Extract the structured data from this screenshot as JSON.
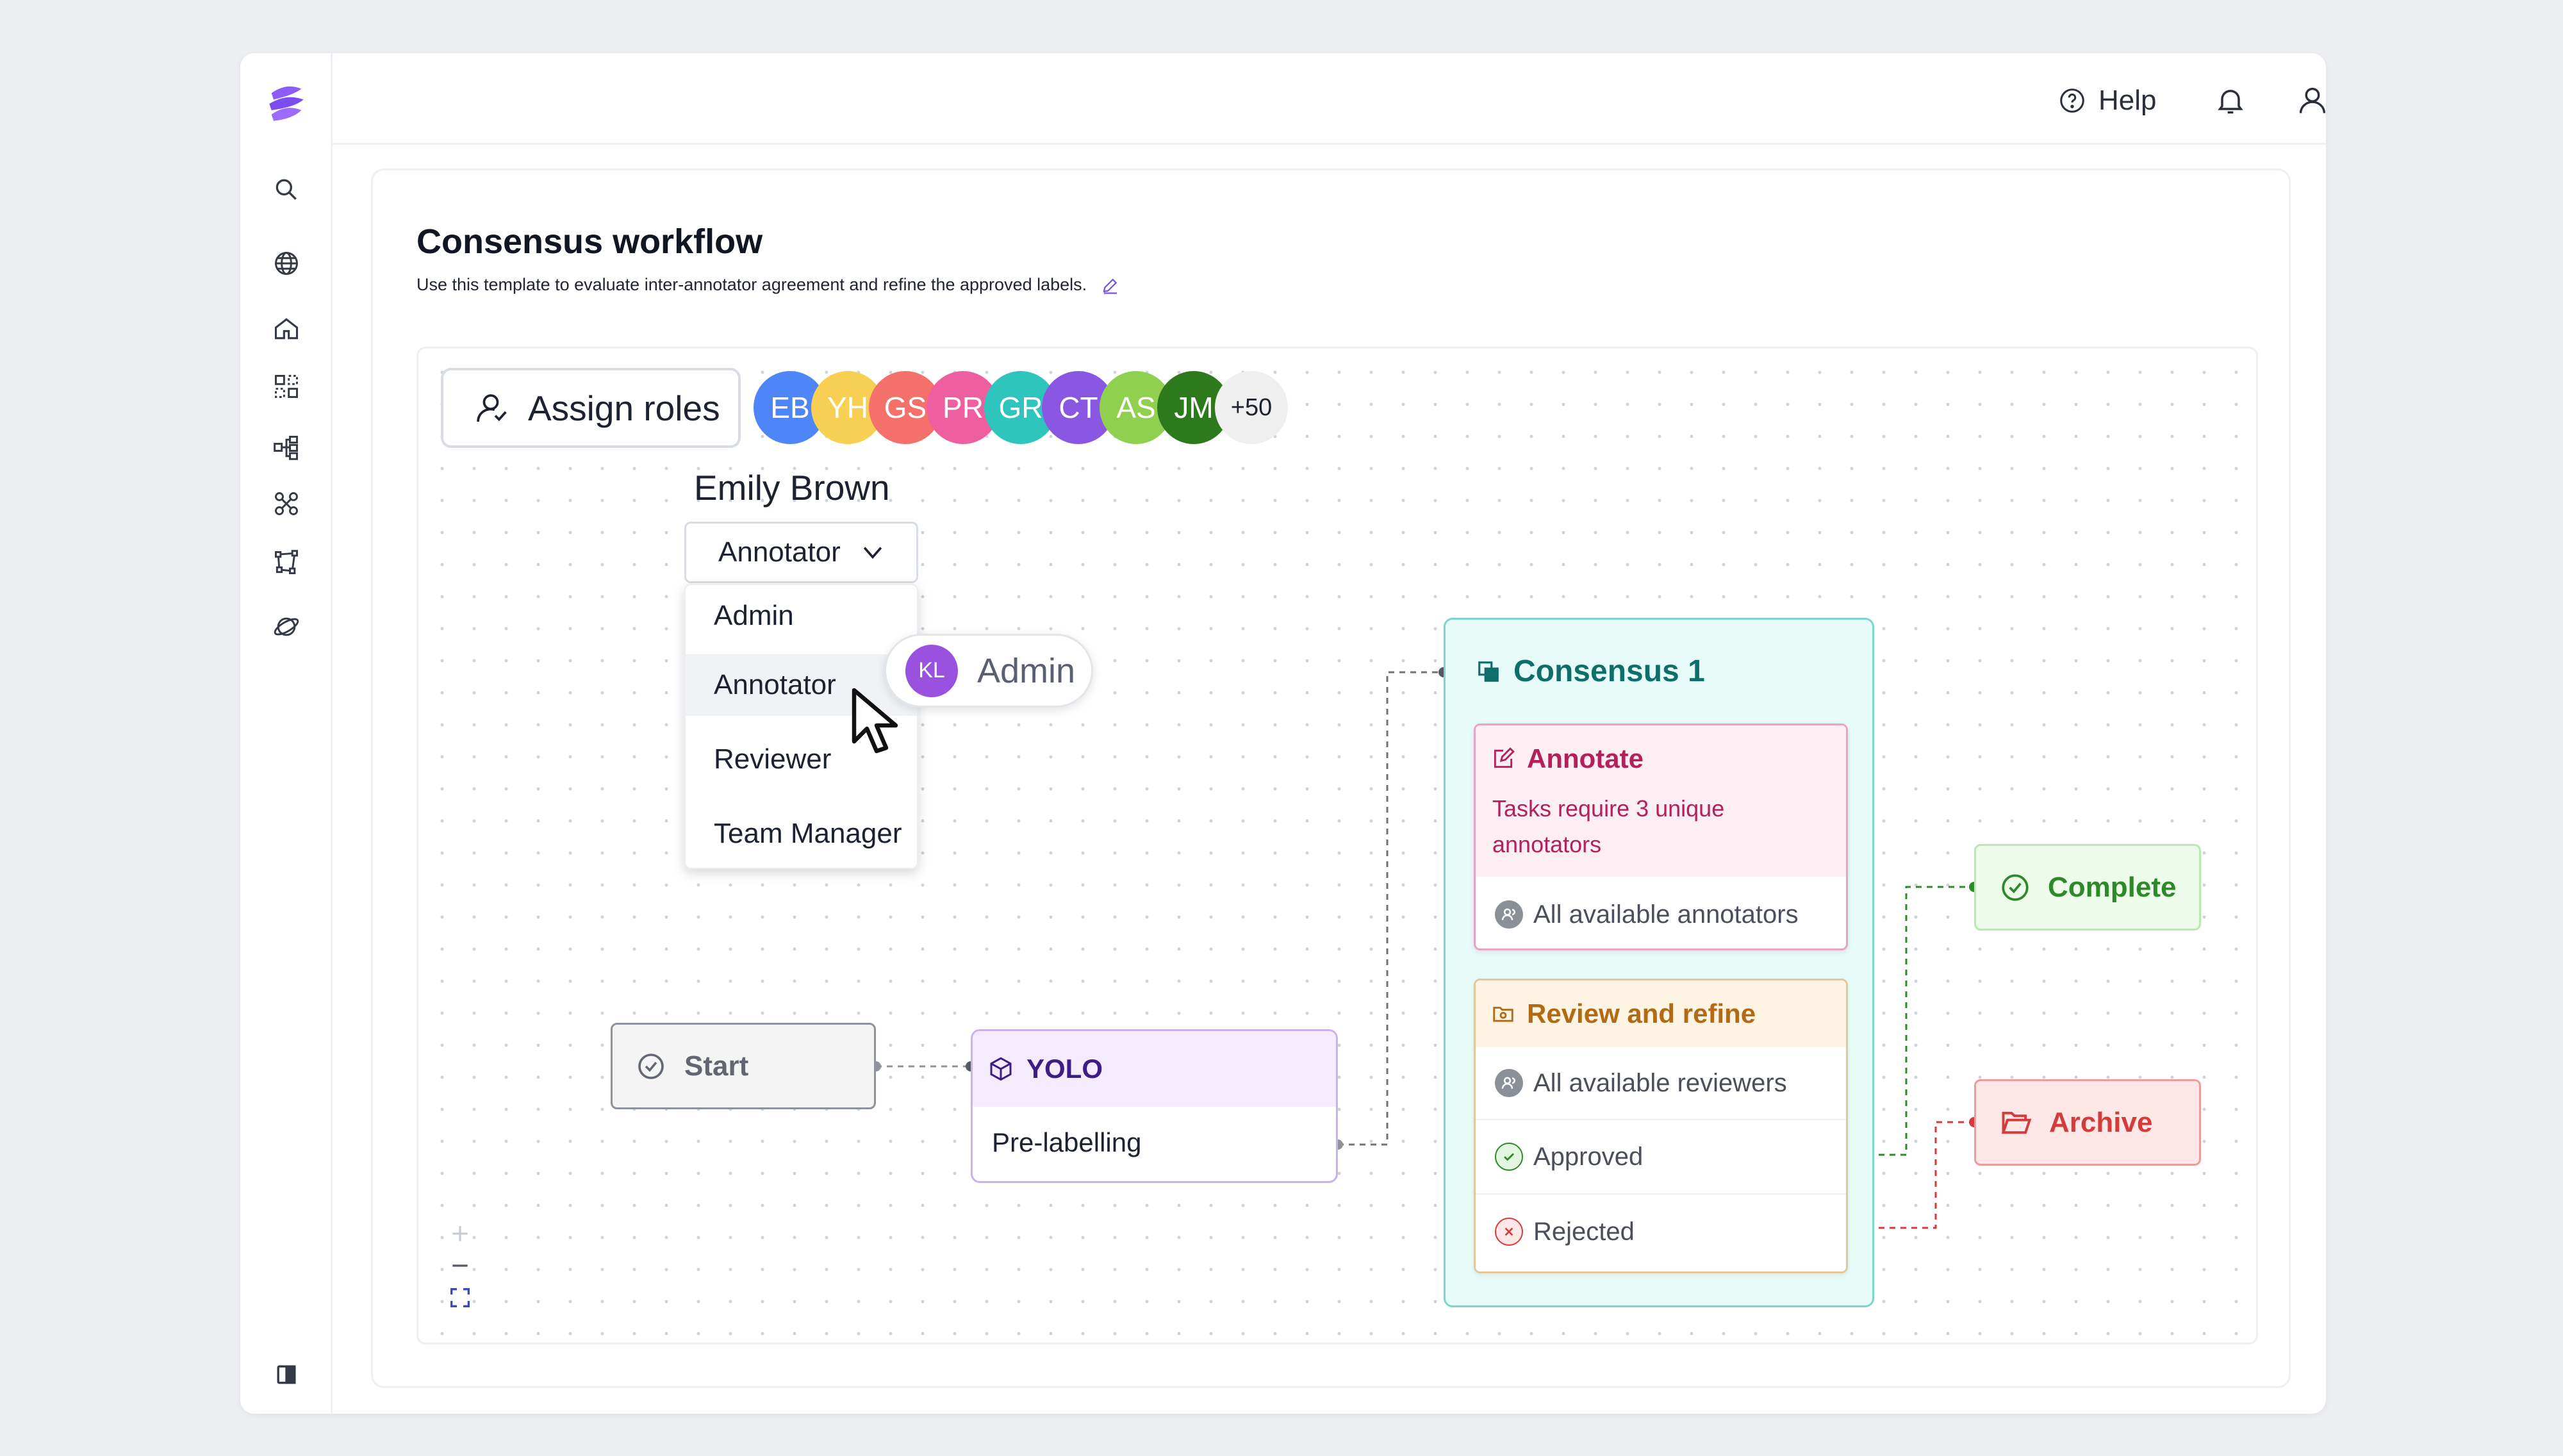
{
  "topbar": {
    "help_label": "Help"
  },
  "page": {
    "title": "Consensus workflow",
    "description": "Use this template to evaluate inter-annotator agreement and refine the approved labels."
  },
  "canvas": {
    "assign_roles_label": "Assign roles",
    "avatars": [
      {
        "initials": "EB",
        "color": "#4f86f7"
      },
      {
        "initials": "YH",
        "color": "#f7cf52"
      },
      {
        "initials": "GS",
        "color": "#f4706a"
      },
      {
        "initials": "PR",
        "color": "#ee5fa0"
      },
      {
        "initials": "GR",
        "color": "#2fc4bc"
      },
      {
        "initials": "CT",
        "color": "#8a57e2"
      },
      {
        "initials": "AS",
        "color": "#8fd14f"
      },
      {
        "initials": "JM",
        "color": "#2c7a1b"
      }
    ],
    "avatars_more": "+50",
    "selected_user": "Emily Brown",
    "role_select_value": "Annotator",
    "role_options": [
      "Admin",
      "Annotator",
      "Reviewer",
      "Team Manager"
    ],
    "hover_chip": {
      "initials": "KL",
      "role": "Admin"
    },
    "nodes": {
      "start": "Start",
      "yolo": {
        "title": "YOLO",
        "subtitle": "Pre-labelling"
      },
      "consensus": {
        "title": "Consensus 1",
        "annotate": {
          "title": "Annotate",
          "description": "Tasks require 3 unique annotators",
          "assignee": "All available annotators"
        },
        "review": {
          "title": "Review and refine",
          "assignee": "All available reviewers",
          "approved": "Approved",
          "rejected": "Rejected"
        }
      },
      "complete": "Complete",
      "archive": "Archive"
    }
  },
  "colors": {
    "accent": "#7b4df0",
    "complete_green": "#2d8a2a",
    "archive_red": "#d63b3b",
    "consensus_teal": "#0e6f6a"
  }
}
